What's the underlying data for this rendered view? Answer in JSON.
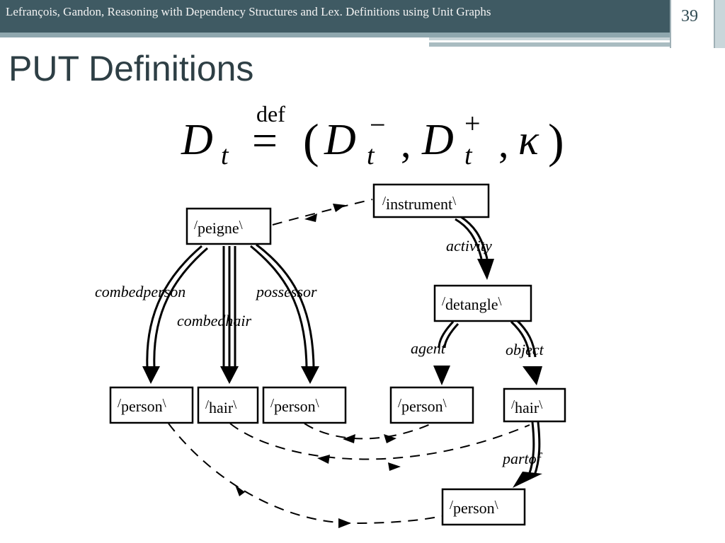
{
  "header": {
    "title": "Lefrançois, Gandon, Reasoning  with Dependency  Structures and Lex. Definitions using Unit Graphs",
    "page_number": "39"
  },
  "slide": {
    "title": "PUT Definitions"
  },
  "formula": {
    "lhs_symbol": "D",
    "lhs_subscript": "t",
    "def_label": "def",
    "equals": "=",
    "open_paren": "(",
    "d_minus": "D",
    "minus_sup": "−",
    "minus_sub": "t",
    "comma1": ",",
    "d_plus": "D",
    "plus_sup": "+",
    "plus_sub": "t",
    "comma2": ",",
    "kappa": "κ",
    "close_paren": ")"
  },
  "nodes": {
    "peigne": "peigne",
    "person_combed": "person",
    "hair_combed": "hair",
    "person_possessor": "person",
    "instrument": "instrument",
    "detangle": "detangle",
    "person_agent": "person",
    "hair_object": "hair",
    "person_partof": "person"
  },
  "edges": {
    "combedperson": "combedperson",
    "combedhair": "combedhair",
    "possessor": "possessor",
    "activity": "activity",
    "agent": "agent",
    "object": "object",
    "partof": "partof"
  },
  "colors": {
    "header_band": "#3f5a63",
    "title_text": "#2e3f45"
  }
}
